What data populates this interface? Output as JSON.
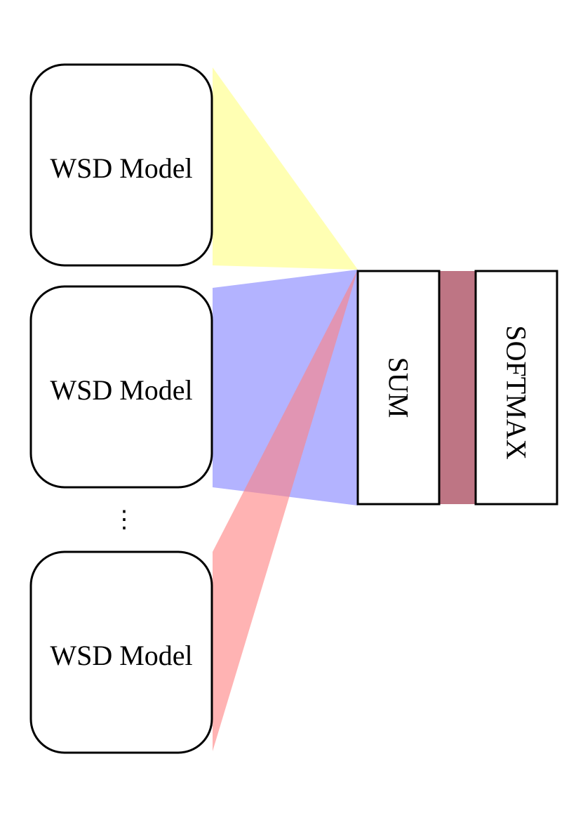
{
  "models": [
    {
      "label": "WSD Model",
      "color": "#ffff80"
    },
    {
      "label": "WSD Model",
      "color": "#8080ff"
    },
    {
      "label": "WSD Model",
      "color": "#ff8080"
    }
  ],
  "ellipsis": "⋮",
  "sum_label": "SUM",
  "softmax_label": "SOFTMAX",
  "connector_color": "#a33b50"
}
